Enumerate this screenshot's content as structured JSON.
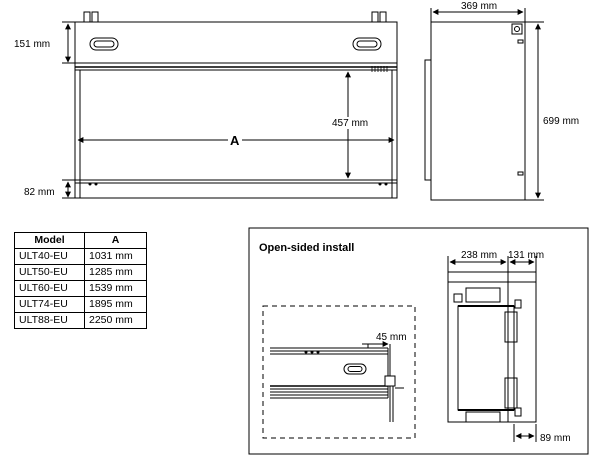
{
  "dimensions": {
    "top_height": "151 mm",
    "inner_height": "457 mm",
    "bottom_height": "82 mm",
    "width_label": "A",
    "side_depth": "369 mm",
    "side_height": "699 mm",
    "open_left": "238 mm",
    "open_right": "131 mm",
    "open_gap": "45 mm",
    "open_bottom": "89 mm"
  },
  "open_sided": {
    "title": "Open-sided install"
  },
  "table": {
    "headers": [
      "Model",
      "A"
    ],
    "rows": [
      {
        "model": "ULT40-EU",
        "a": "1031 mm"
      },
      {
        "model": "ULT50-EU",
        "a": "1285 mm"
      },
      {
        "model": "ULT60-EU",
        "a": "1539 mm"
      },
      {
        "model": "ULT74-EU",
        "a": "1895 mm"
      },
      {
        "model": "ULT88-EU",
        "a": "2250 mm"
      }
    ]
  }
}
